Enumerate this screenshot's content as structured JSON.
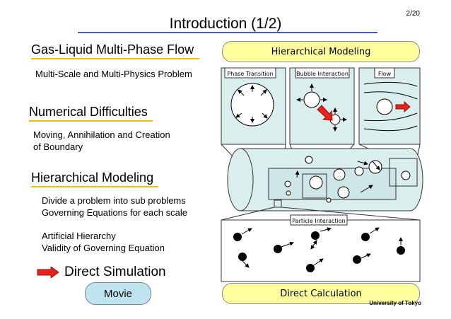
{
  "slide": {
    "title": "Introduction (1/2)",
    "page_number": "2/20",
    "affiliation": "University of Tokyo"
  },
  "left": {
    "heading1": "Gas-Liquid Multi-Phase Flow",
    "heading1_body": "Multi-Scale and Multi-Physics Problem",
    "heading2": "Numerical Difficulties",
    "heading2_body": [
      "Moving, Annihilation and Creation",
      "of Boundary"
    ],
    "heading3": "Hierarchical Modeling",
    "heading3_body": [
      "Divide a problem into sub problems",
      "Governing Equations for each scale"
    ],
    "heading3_body2": [
      "Artificial Hierarchy",
      "Validity of Governing Equation"
    ],
    "direct_simulation": "Direct Simulation",
    "movie_button": "Movie"
  },
  "right": {
    "top_pill": "Hierarchical Modeling",
    "bottom_pill": "Direct Calculation",
    "box_labels": {
      "phase": "Phase Transition",
      "bubble": "Bubble Interaction",
      "flow": "Flow",
      "particle": "Particle Interaction"
    }
  },
  "colors": {
    "title_rule": "#3c5fd8",
    "heading_underline": "#f2c200",
    "pill_fill": "#ffff9e",
    "panel_fill": "#dbeeee",
    "movie_fill": "#bfe3ef",
    "arrow_red": "#e8231c"
  }
}
